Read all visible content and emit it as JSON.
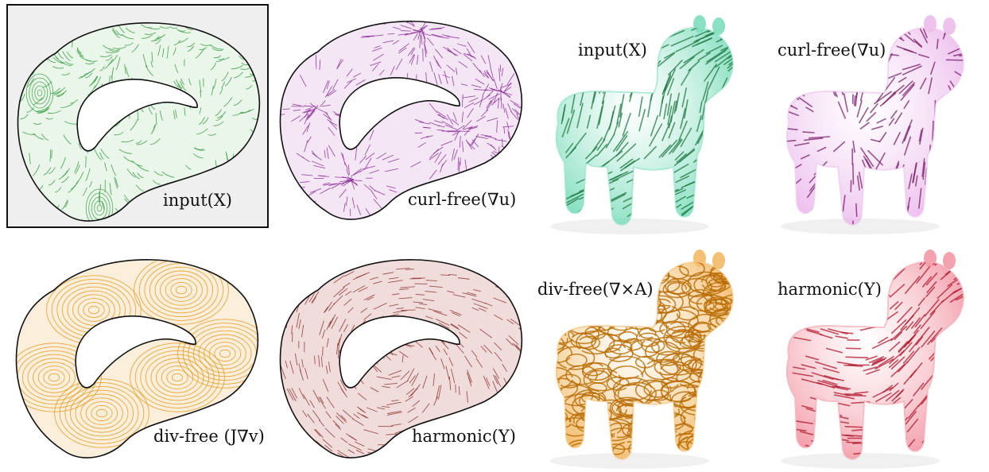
{
  "panels_2d": [
    {
      "label": "input(X)",
      "fill": "#e9f6e9",
      "stroke": "#2e9a3a",
      "style": "swirl",
      "boxed": true
    },
    {
      "label": "curl-free(∇u)",
      "fill": "#f5e6f6",
      "stroke": "#8a2a96",
      "style": "radial"
    },
    {
      "label": "div-free (J∇v)",
      "fill": "#fbefdc",
      "stroke": "#e89a1d",
      "style": "vortex"
    },
    {
      "label": "harmonic(Y)",
      "fill": "#f0dcda",
      "stroke": "#8a2e2e",
      "style": "flow"
    }
  ],
  "panels_3d": [
    {
      "label": "input(X)",
      "body": "#57d3a8",
      "stroke": "#1f7a45"
    },
    {
      "label": "curl-free(∇u)",
      "body": "#e6a8e6",
      "stroke": "#7a1f6a"
    },
    {
      "label": "div-free(∇×A)",
      "body": "#f0a53a",
      "stroke": "#b86a00"
    },
    {
      "label": "harmonic(Y)",
      "body": "#ef7a8a",
      "stroke": "#b0182e"
    }
  ]
}
